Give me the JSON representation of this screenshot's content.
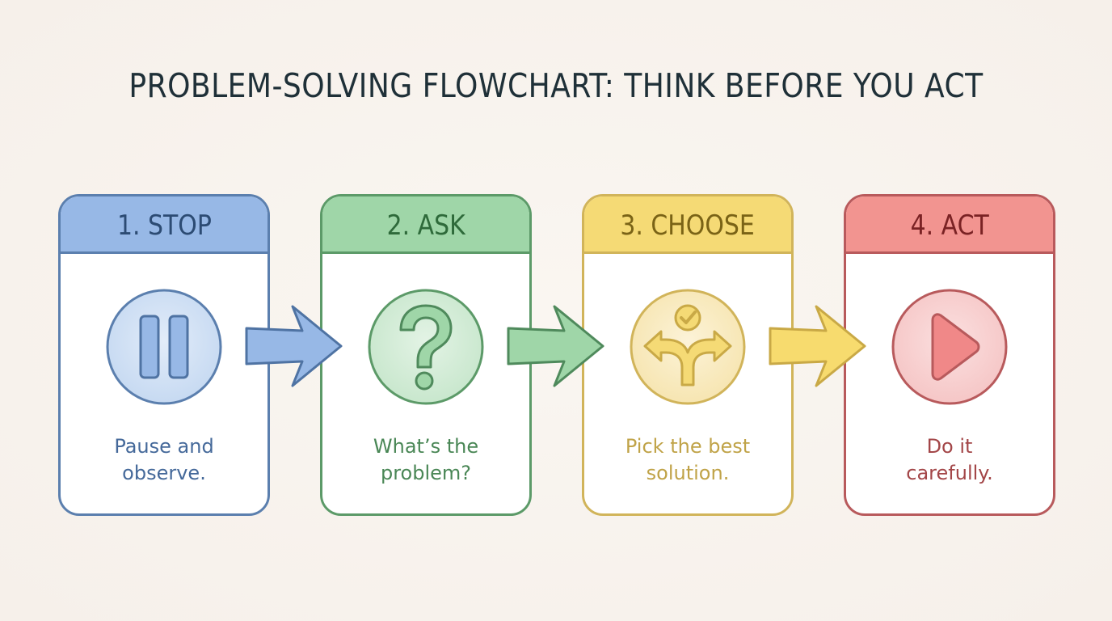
{
  "title": "PROBLEM-SOLVING FLOWCHART: THINK BEFORE YOU ACT",
  "steps": [
    {
      "label": "1. STOP",
      "description_line1": "Pause and",
      "description_line2": "observe.",
      "icon": "pause-icon",
      "colors": {
        "border": "#5b7fae",
        "header_bg": "#97b8e6",
        "header_text": "#2c4b73",
        "icon_fill": "#cfe0f5",
        "desc_text": "#45699a"
      }
    },
    {
      "label": "2. ASK",
      "description_line1": "What’s the",
      "description_line2": "problem?",
      "icon": "question-mark-icon",
      "colors": {
        "border": "#5c9a68",
        "header_bg": "#9fd6a8",
        "header_text": "#2e6a3a",
        "icon_fill": "#d3ecd6",
        "desc_text": "#4a8756"
      }
    },
    {
      "label": "3. CHOOSE",
      "description_line1": "Pick the best",
      "description_line2": "solution.",
      "icon": "split-path-check-icon",
      "colors": {
        "border": "#d1b45a",
        "header_bg": "#f5da75",
        "header_text": "#7a6316",
        "icon_fill": "#f9ebc0",
        "desc_text": "#c0a348"
      }
    },
    {
      "label": "4. ACT",
      "description_line1": "Do it",
      "description_line2": "carefully.",
      "icon": "play-icon",
      "colors": {
        "border": "#b85a5c",
        "header_bg": "#f29490",
        "header_text": "#7a2224",
        "icon_fill": "#f8cfcf",
        "desc_text": "#a34648"
      }
    }
  ],
  "arrows": [
    {
      "from": "1. STOP",
      "to": "2. ASK",
      "fill": "#97b8e6",
      "stroke": "#4f73a3"
    },
    {
      "from": "2. ASK",
      "to": "3. CHOOSE",
      "fill": "#9fd6a8",
      "stroke": "#4f8a5c"
    },
    {
      "from": "3. CHOOSE",
      "to": "4. ACT",
      "fill": "#f7db6e",
      "stroke": "#c9a946"
    }
  ],
  "background_color": "#f8f3ee",
  "title_color": "#1f3038"
}
